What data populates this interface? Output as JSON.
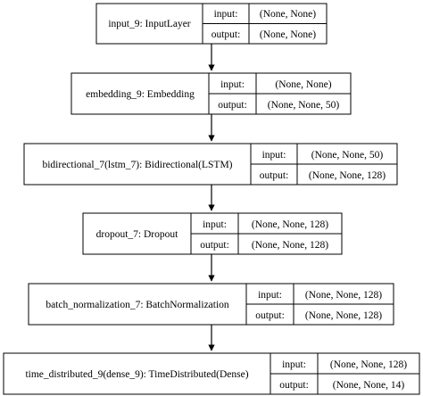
{
  "diagram": {
    "layers": [
      {
        "name": "input_9: InputLayer",
        "input_label": "input:",
        "input_shape": "(None, None)",
        "output_label": "output:",
        "output_shape": "(None, None)"
      },
      {
        "name": "embedding_9: Embedding",
        "input_label": "input:",
        "input_shape": "(None, None)",
        "output_label": "output:",
        "output_shape": "(None, None, 50)"
      },
      {
        "name": "bidirectional_7(lstm_7): Bidirectional(LSTM)",
        "input_label": "input:",
        "input_shape": "(None, None, 50)",
        "output_label": "output:",
        "output_shape": "(None, None, 128)"
      },
      {
        "name": "dropout_7: Dropout",
        "input_label": "input:",
        "input_shape": "(None, None, 128)",
        "output_label": "output:",
        "output_shape": "(None, None, 128)"
      },
      {
        "name": "batch_normalization_7: BatchNormalization",
        "input_label": "input:",
        "input_shape": "(None, None, 128)",
        "output_label": "output:",
        "output_shape": "(None, None, 128)"
      },
      {
        "name": "time_distributed_9(dense_9): TimeDistributed(Dense)",
        "input_label": "input:",
        "input_shape": "(None, None, 128)",
        "output_label": "output:",
        "output_shape": "(None, None, 14)"
      }
    ],
    "line_color": "#000000",
    "background": "#ffffff"
  }
}
